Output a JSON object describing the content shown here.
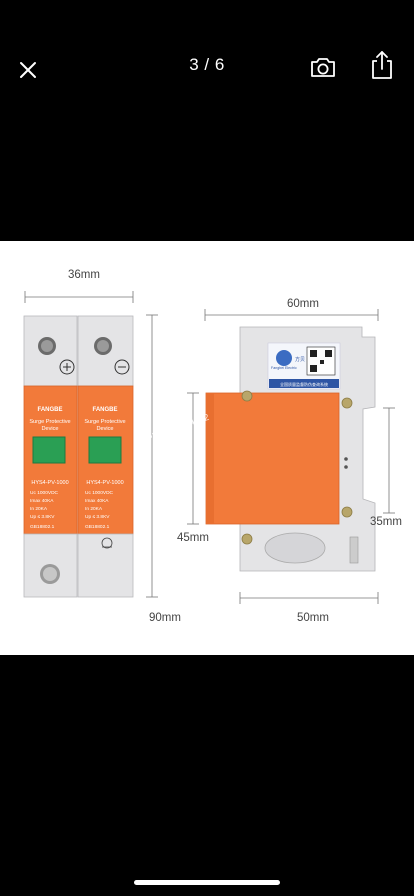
{
  "viewer": {
    "counter": "3 / 6",
    "close_icon": "close-icon",
    "camera_icon": "camera-icon",
    "share_icon": "share-icon"
  },
  "product": {
    "brand": "FANGBE",
    "device_title_line1": "Surge Protective",
    "device_title_line2": "Device",
    "model": "HYS4-PV-1000",
    "spec_uc": "Uc  1000VDC",
    "spec_imax": "Imax   40KA",
    "spec_in": "In     20KA",
    "spec_up": "Up  ≤  3.8KV",
    "standard": "GB18802.1",
    "watermark": "Store No.2834092",
    "qr_brand": "方贝",
    "qr_line1": "Fangbei Electric",
    "qr_line2": "全国质量监督防伪查询系统"
  },
  "dimensions": {
    "front_width": "36mm",
    "front_height": "90mm",
    "side_top_width": "60mm",
    "side_left_height": "45mm",
    "side_right_height": "35mm",
    "side_bottom_width": "50mm"
  },
  "colors": {
    "module_orange": "#f27a3a",
    "module_grey": "#e4e4e6",
    "window_green": "#2a9f54"
  }
}
